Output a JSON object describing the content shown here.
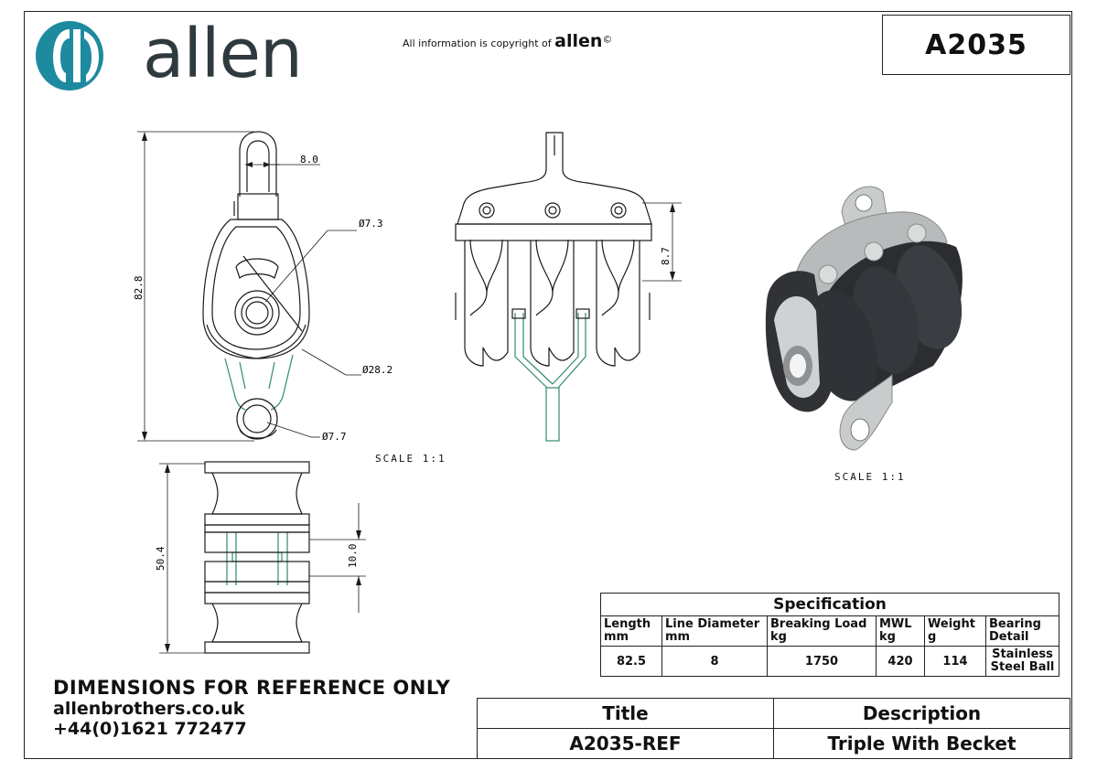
{
  "header": {
    "brand": "allen",
    "copyright_prefix": "All information is copyright of",
    "copyright_brand": "allen",
    "copyright_symbol": "©",
    "part_number": "A2035"
  },
  "dimensions": {
    "d8_0": "8.0",
    "d7_3": "Ø7.3",
    "d82_8": "82.8",
    "d28_2": "Ø28.2",
    "d7_7": "Ø7.7",
    "d8_7": "8.7",
    "d50_4": "50.4",
    "d10_0": "10.0"
  },
  "scales": {
    "front": "SCALE 1:1",
    "render": "SCALE 1:1"
  },
  "footer": {
    "line1": "DIMENSIONS FOR REFERENCE ONLY",
    "line2": "allenbrothers.co.uk",
    "line3": "+44(0)1621 772477"
  },
  "specification": {
    "caption": "Specification",
    "headers": [
      [
        "Length",
        "mm"
      ],
      [
        "Line Diameter",
        "mm"
      ],
      [
        "Breaking Load",
        "kg"
      ],
      [
        "MWL",
        "kg"
      ],
      [
        "Weight",
        "g"
      ],
      [
        "Bearing",
        "Detail"
      ]
    ],
    "values": [
      "82.5",
      "8",
      "1750",
      "420",
      "114",
      "Stainless Steel Ball"
    ]
  },
  "title_block": {
    "title_label": "Title",
    "description_label": "Description",
    "title_value": "A2035-REF",
    "description_value": "Triple With Becket"
  },
  "colors": {
    "brand_teal": "#1d8aa0",
    "brand_gray": "#2f3a3e",
    "outline": "#1a1a1a",
    "green_part": "#2e8b6a"
  }
}
